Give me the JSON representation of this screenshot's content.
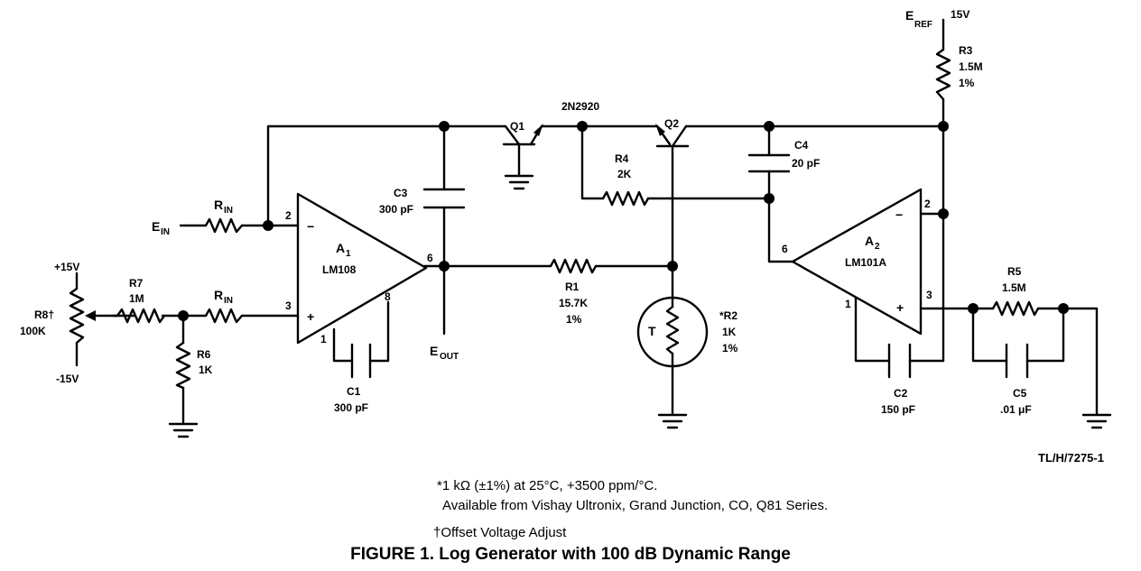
{
  "labels": {
    "e_ref": "E",
    "e_ref_sub": "REF",
    "e_ref_voltage": "15V",
    "r3_name": "R3",
    "r3_value": "1.5M",
    "r3_tol": "1%",
    "q1": "Q1",
    "q2": "Q2",
    "transistor_pair": "2N2920",
    "r4_name": "R4",
    "r4_value": "2K",
    "c4_name": "C4",
    "c4_value": "20 pF",
    "c3_name": "C3",
    "c3_value": "300 pF",
    "e_in": "E",
    "e_in_sub": "IN",
    "rin_top": "R",
    "rin_top_sub": "IN",
    "rin_bottom": "R",
    "rin_bottom_sub": "IN",
    "a1_name": "A",
    "a1_sub": "1",
    "a1_part": "LM108",
    "a2_name": "A",
    "a2_sub": "2",
    "a2_part": "LM101A",
    "r1_name": "R1",
    "r1_value": "15.7K",
    "r1_tol": "1%",
    "r2_name": "*R2",
    "r2_value": "1K",
    "r2_tol": "1%",
    "thermistor": "T",
    "e_out": "E",
    "e_out_sub": "OUT",
    "r7_name": "R7",
    "r7_value": "1M",
    "r8_name": "R8†",
    "r8_value": "100K",
    "plus15": "+15V",
    "minus15": "-15V",
    "r6_name": "R6",
    "r6_value": "1K",
    "c1_name": "C1",
    "c1_value": "300 pF",
    "c2_name": "C2",
    "c2_value": "150 pF",
    "r5_name": "R5",
    "r5_value": "1.5M",
    "c5_name": "C5",
    "c5_value": ".01 μF",
    "pin_a1_2": "2",
    "pin_a1_3": "3",
    "pin_a1_6": "6",
    "pin_a1_8": "8",
    "pin_a1_1": "1",
    "pin_a2_2": "2",
    "pin_a2_3": "3",
    "pin_a2_6": "6",
    "pin_a2_1": "1",
    "minus": "−",
    "plus": "+"
  },
  "footnotes": {
    "r2_note": "*1 kΩ (±1%) at 25°C, +3500 ppm/°C.",
    "r2_source": "Available from Vishay Ultronix, Grand Junction, CO, Q81 Series.",
    "r8_note": "†Offset Voltage Adjust"
  },
  "figure_ref": "TL/H/7275-1",
  "caption": "FIGURE 1. Log Generator with 100 dB Dynamic Range"
}
